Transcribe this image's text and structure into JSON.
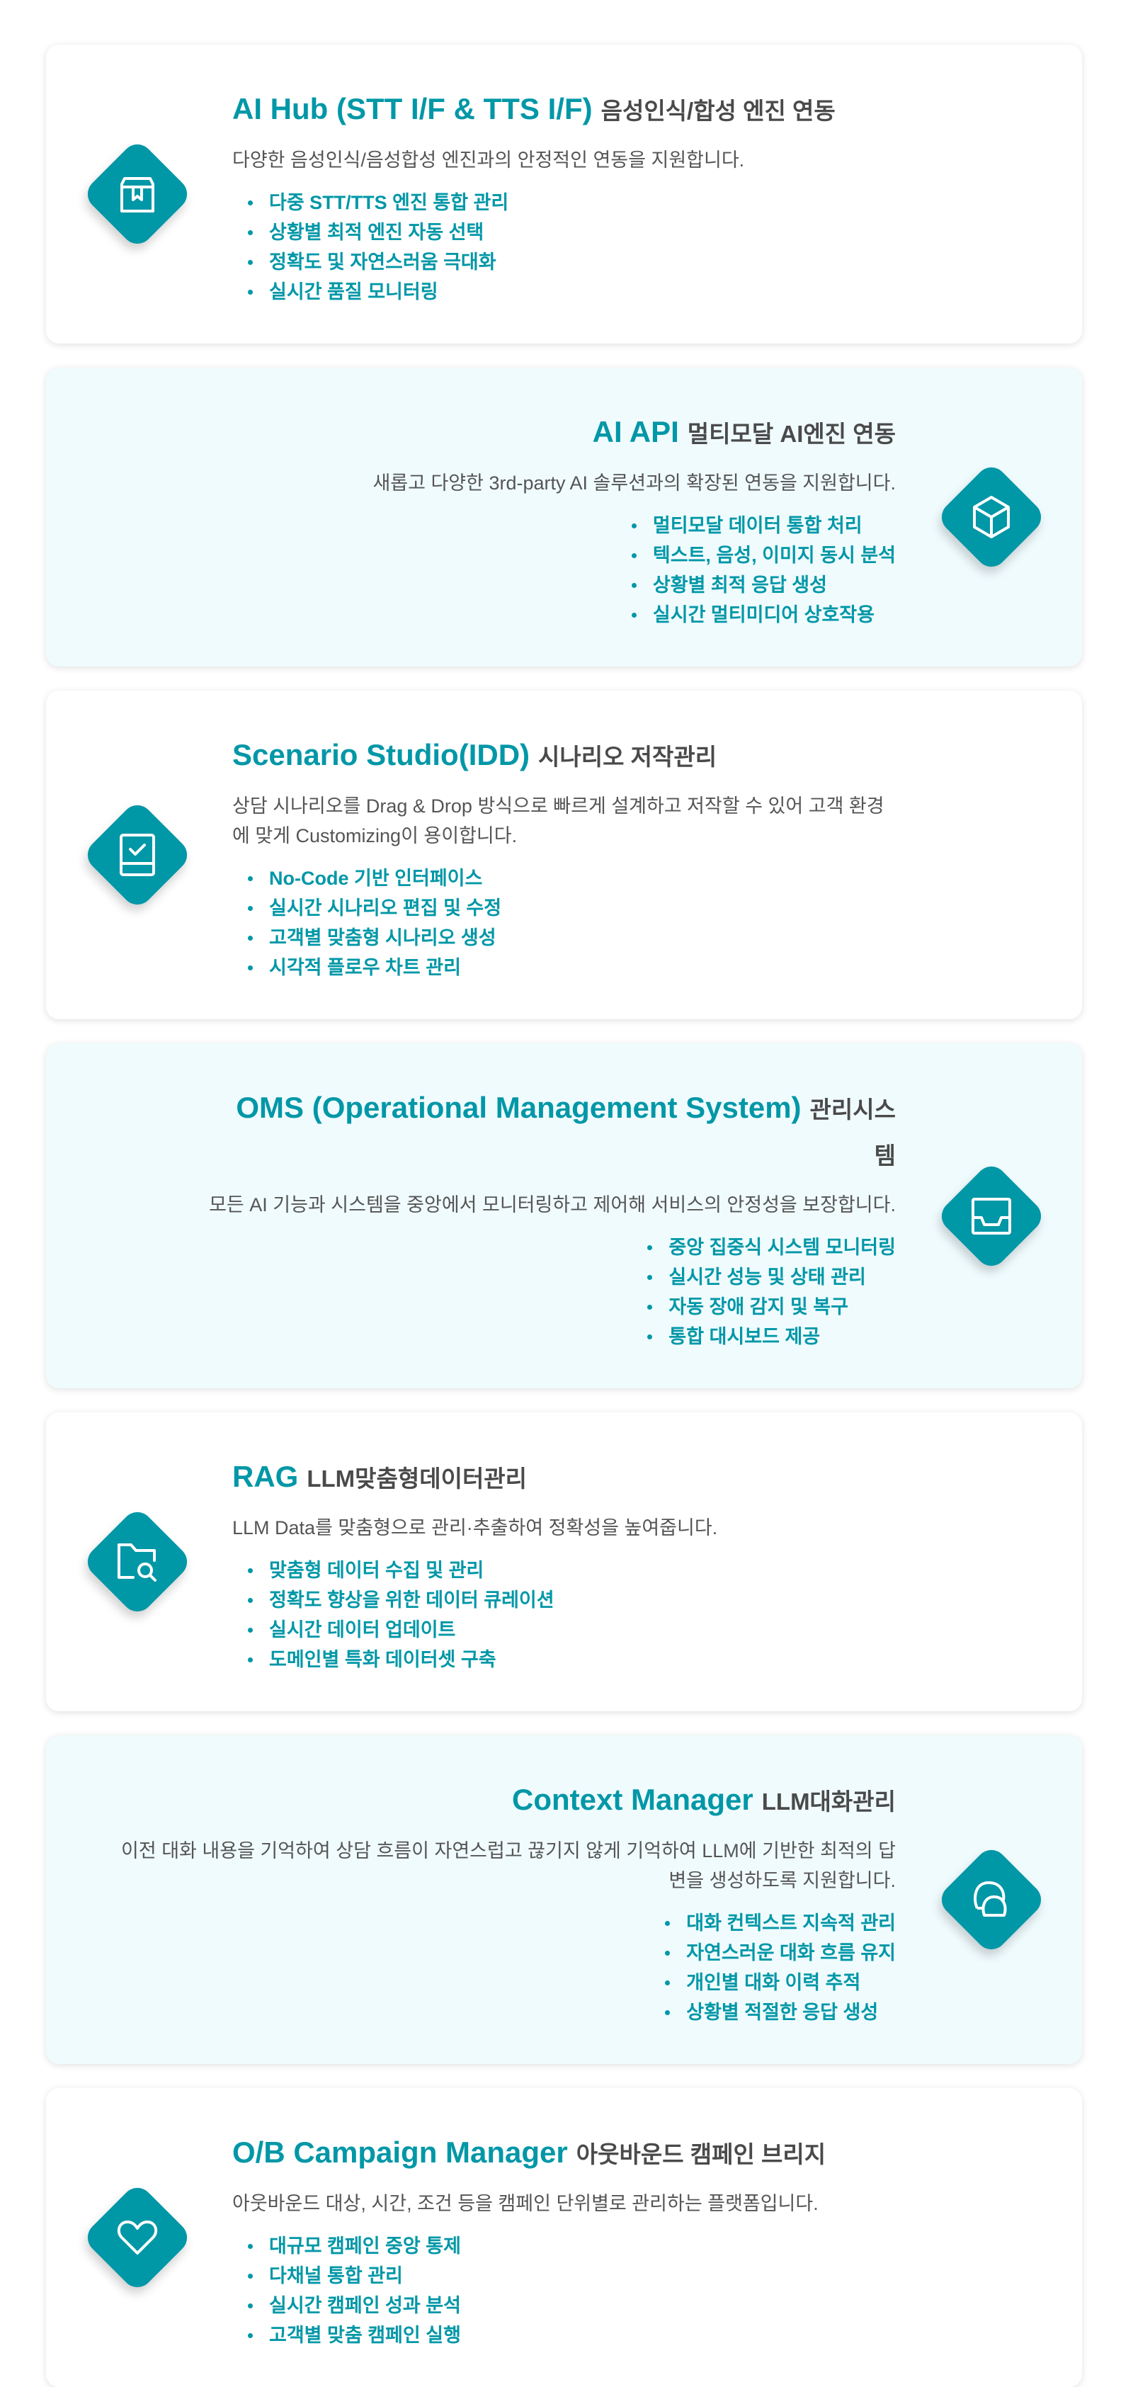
{
  "accent_color": "#0097a7",
  "cards": [
    {
      "title": "AI Hub (STT I/F & TTS I/F)",
      "subtitle": "음성인식/합성 엔진 연동",
      "description": "다양한 음성인식/음성합성 엔진과의 안정적인 연동을 지원합니다.",
      "icon": "archive-box-icon",
      "bullets": [
        "다중 STT/TTS 엔진 통합 관리",
        "상황별 최적 엔진 자동 선택",
        "정확도 및 자연스러움 극대화",
        "실시간 품질 모니터링"
      ]
    },
    {
      "title": "AI API",
      "subtitle": "멀티모달 AI엔진 연동",
      "description": "새롭고 다양한 3rd-party AI 솔루션과의 확장된 연동을 지원합니다.",
      "icon": "cube-icon",
      "bullets": [
        "멀티모달 데이터 통합 처리",
        "텍스트, 음성, 이미지 동시 분석",
        "상황별 최적 응답 생성",
        "실시간 멀티미디어 상호작용"
      ]
    },
    {
      "title": "Scenario Studio(IDD)",
      "subtitle": "시나리오 저작관리",
      "description": "상담 시나리오를 Drag & Drop 방식으로 빠르게 설계하고 저작할 수 있어 고객 환경에 맞게 Customizing이 용이합니다.",
      "icon": "checklist-book-icon",
      "bullets": [
        "No-Code 기반 인터페이스",
        "실시간 시나리오 편집 및 수정",
        "고객별 맞춤형 시나리오 생성",
        "시각적 플로우 차트 관리"
      ]
    },
    {
      "title": "OMS (Operational Management System)",
      "subtitle": "관리시스템",
      "description": "모든 AI 기능과 시스템을 중앙에서 모니터링하고 제어해 서비스의 안정성을 보장합니다.",
      "icon": "inbox-tray-icon",
      "bullets": [
        "중앙 집중식 시스템 모니터링",
        "실시간 성능 및 상태 관리",
        "자동 장애 감지 및 복구",
        "통합 대시보드 제공"
      ]
    },
    {
      "title": "RAG",
      "subtitle": "LLM맞춤형데이터관리",
      "description": "LLM Data를 맞춤형으로 관리·추출하여 정확성을 높여줍니다.",
      "icon": "folder-search-icon",
      "bullets": [
        "맞춤형 데이터 수집 및 관리",
        "정확도 향상을 위한 데이터 큐레이션",
        "실시간 데이터 업데이트",
        "도메인별 특화 데이터셋 구축"
      ]
    },
    {
      "title": "Context Manager",
      "subtitle": "LLM대화관리",
      "description": "이전 대화 내용을 기억하여 상담 흐름이 자연스럽고 끊기지 않게 기억하여 LLM에 기반한 최적의 답변을 생성하도록 지원합니다.",
      "icon": "chat-bubbles-icon",
      "bullets": [
        "대화 컨텍스트 지속적 관리",
        "자연스러운 대화 흐름 유지",
        "개인별 대화 이력 추적",
        "상황별 적절한 응답 생성"
      ]
    },
    {
      "title": "O/B Campaign Manager",
      "subtitle": "아웃바운드 캠페인 브리지",
      "description": "아웃바운드 대상, 시간, 조건 등을 캠페인 단위별로 관리하는 플랫폼입니다.",
      "icon": "heart-icon",
      "bullets": [
        "대규모 캠페인 중앙 통제",
        "다채널 통합 관리",
        "실시간 캠페인 성과 분석",
        "고객별 맞춤 캠페인 실행"
      ]
    }
  ]
}
